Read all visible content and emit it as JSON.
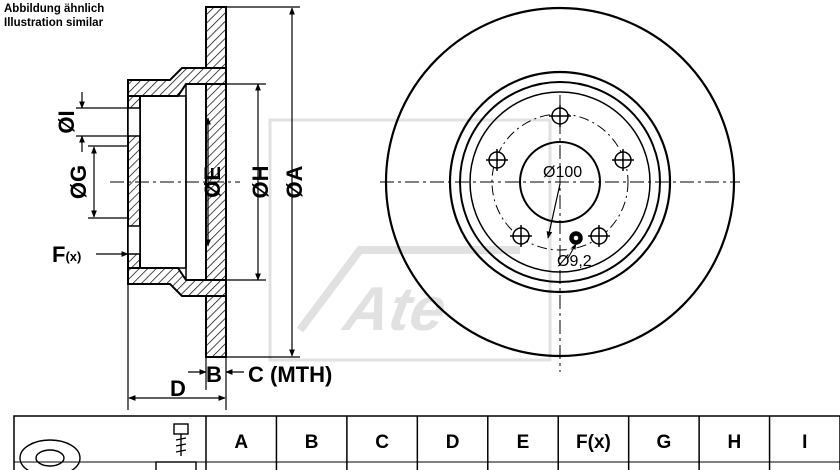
{
  "caption": {
    "line1": "Abbildung ähnlich",
    "line2": "Illustration similar"
  },
  "labels": {
    "dI": "ØI",
    "dG": "ØG",
    "dE": "ØE",
    "dH": "ØH",
    "dA": "ØA",
    "F": "F",
    "Fx": "(x)",
    "B": "B",
    "C": "C (MTH)",
    "D": "D",
    "pcd": "Ø100",
    "hole": "Ø9,2"
  },
  "brand": "Ate",
  "table": {
    "headers": [
      "A",
      "B",
      "C",
      "D",
      "E",
      "F(x)",
      "G",
      "H",
      "I"
    ]
  }
}
